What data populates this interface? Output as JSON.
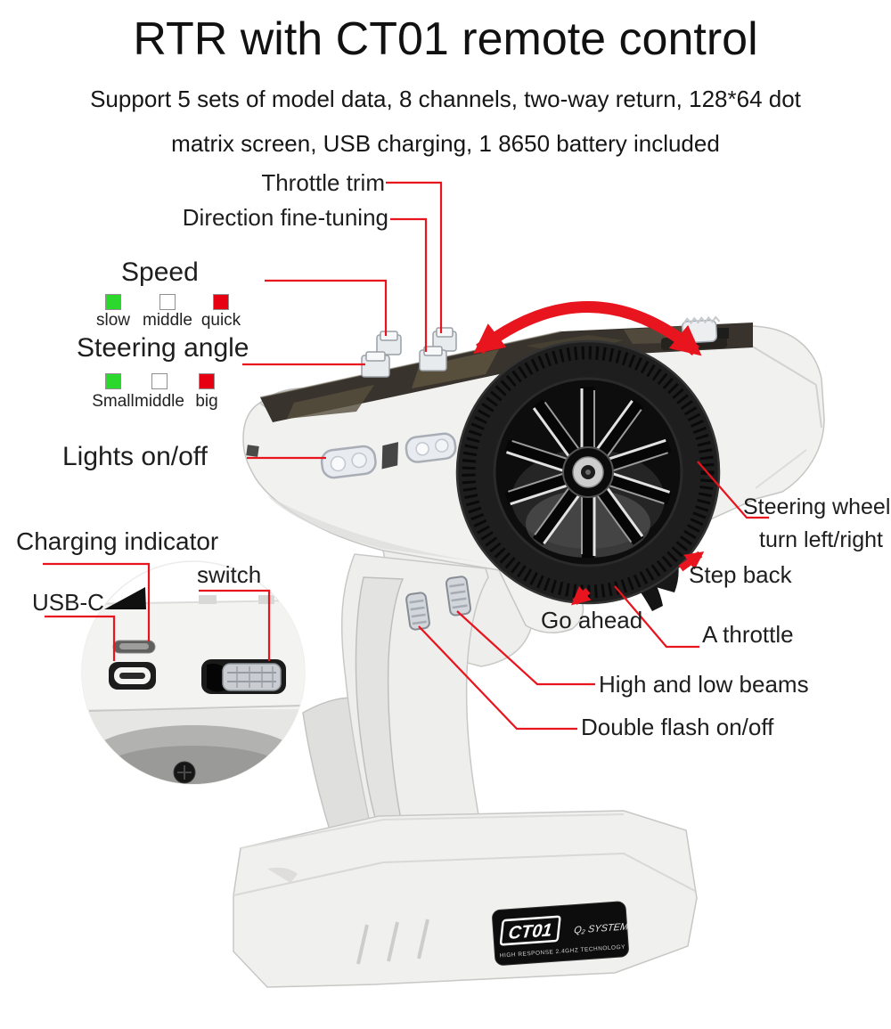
{
  "header": {
    "title": "RTR with CT01 remote control",
    "subtitle_line1": "Support 5 sets of model data, 8 channels, two-way return, 128*64 dot",
    "subtitle_line2": "matrix screen, USB charging, 1 8650 battery included"
  },
  "callouts": {
    "throttle_trim": "Throttle trim",
    "direction_fine_tuning": "Direction fine-tuning",
    "speed": "Speed",
    "steering_angle": "Steering angle",
    "lights": "Lights on/off",
    "charging_indicator": "Charging indicator",
    "switch": "switch",
    "usb_c": "USB-C",
    "steering_wheel_line1": "Steering wheel",
    "steering_wheel_line2": "turn left/right",
    "step_back": "Step back",
    "go_ahead": "Go ahead",
    "a_throttle": "A throttle",
    "high_low_beams": "High and low beams",
    "double_flash": "Double flash on/off"
  },
  "legend_speed": {
    "items": [
      {
        "label": "slow",
        "color": "#2bd82b"
      },
      {
        "label": "middle",
        "color": "#ffffff"
      },
      {
        "label": "quick",
        "color": "#e60012"
      }
    ]
  },
  "legend_steering": {
    "items": [
      {
        "label": "Small",
        "color": "#2bd82b"
      },
      {
        "label": "middle",
        "color": "#ffffff"
      },
      {
        "label": "big",
        "color": "#e60012"
      }
    ]
  },
  "device_label": {
    "brand": "CT01",
    "system": "Q₂ SYSTEM",
    "tagline": "HIGH RESPONSE 2.4GHZ TECHNOLOGY"
  },
  "colors": {
    "accent_red": "#e8141e",
    "legend_green": "#2bd82b",
    "legend_red": "#e60012"
  }
}
